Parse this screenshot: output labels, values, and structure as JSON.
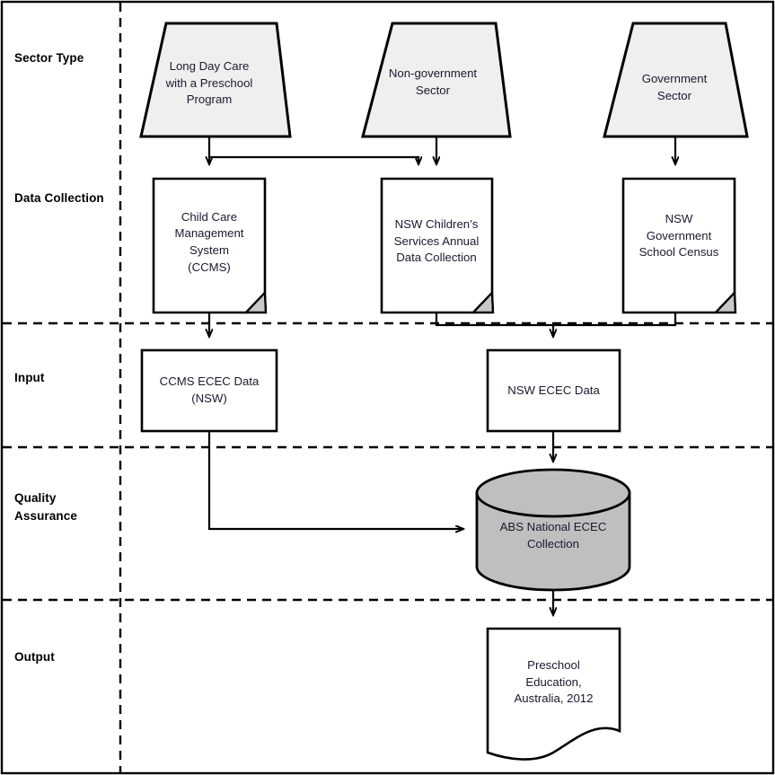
{
  "diagram": {
    "title": "ECEC data flow diagram",
    "background_color": "#ffffff",
    "border_color": "#000000",
    "divider_style": "dashed",
    "shape_fill_sector": "#efefef",
    "shape_fill_database": "#bfbfbf",
    "shape_fill_plain": "#ffffff",
    "line_color": "#000000",
    "text_color": "#1a1a2e",
    "label_color": "#000000"
  },
  "swimlanes": [
    {
      "id": "sector-type",
      "label": "Sector Type"
    },
    {
      "id": "data-collection",
      "label": "Data Collection"
    },
    {
      "id": "input",
      "label": "Input"
    },
    {
      "id": "quality-assurance",
      "label": "Quality\nAssurance"
    },
    {
      "id": "output",
      "label": "Output"
    }
  ],
  "nodes": {
    "long_day_care": {
      "label": "Long Day Care\nwith a Preschool\nProgram",
      "shape": "trapezoid",
      "lane": "sector-type"
    },
    "non_government_sector": {
      "label": "Non-government\nSector",
      "shape": "trapezoid",
      "lane": "sector-type"
    },
    "government_sector": {
      "label": "Government\nSector",
      "shape": "trapezoid",
      "lane": "sector-type"
    },
    "ccms": {
      "label": "Child Care\nManagement\nSystem\n(CCMS)",
      "shape": "document-folded-corner",
      "lane": "data-collection"
    },
    "nsw_childrens_services": {
      "label": "NSW Children’s\nServices Annual\nData Collection",
      "shape": "document-folded-corner",
      "lane": "data-collection"
    },
    "nsw_school_census": {
      "label": "NSW\nGovernment\nSchool Census",
      "shape": "document-folded-corner",
      "lane": "data-collection"
    },
    "ccms_ecec_data": {
      "label": "CCMS ECEC Data\n(NSW)",
      "shape": "rectangle",
      "lane": "input"
    },
    "nsw_ecec_data": {
      "label": "NSW ECEC Data",
      "shape": "rectangle",
      "lane": "input"
    },
    "abs_national_collection": {
      "label": "ABS National ECEC\nCollection",
      "shape": "cylinder",
      "lane": "quality-assurance"
    },
    "preschool_education_publication": {
      "label": "Preschool\nEducation,\nAustralia, 2012",
      "shape": "document-wavy-bottom",
      "lane": "output"
    }
  },
  "edges": [
    {
      "from": "long_day_care",
      "to": "ccms",
      "style": "arrow"
    },
    {
      "from": "long_day_care",
      "to": "nsw_childrens_services",
      "style": "arrow-elbow"
    },
    {
      "from": "non_government_sector",
      "to": "nsw_childrens_services",
      "style": "arrow"
    },
    {
      "from": "government_sector",
      "to": "nsw_school_census",
      "style": "arrow"
    },
    {
      "from": "ccms",
      "to": "ccms_ecec_data",
      "style": "arrow"
    },
    {
      "from": "nsw_childrens_services",
      "to": "nsw_ecec_data",
      "style": "arrow-merge"
    },
    {
      "from": "nsw_school_census",
      "to": "nsw_ecec_data",
      "style": "arrow-merge"
    },
    {
      "from": "ccms_ecec_data",
      "to": "abs_national_collection",
      "style": "arrow-elbow"
    },
    {
      "from": "nsw_ecec_data",
      "to": "abs_national_collection",
      "style": "arrow"
    },
    {
      "from": "abs_national_collection",
      "to": "preschool_education_publication",
      "style": "arrow"
    }
  ]
}
